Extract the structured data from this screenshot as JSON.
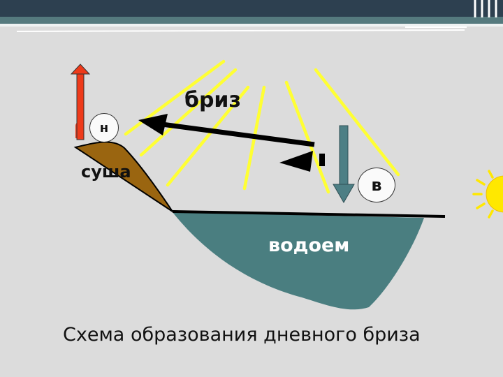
{
  "labels": {
    "breeze": "бриз",
    "land": "суша",
    "water": "водоем",
    "low_pressure": "н",
    "high_pressure": "в",
    "caption": "Схема образования дневного бриза"
  },
  "colors": {
    "background": "#dcdcdc",
    "top_bar": "#2d4050",
    "land": "#9a6510",
    "water": "#4a7e80",
    "sun": "#ffe800",
    "rays": "#ffff33",
    "rising_air": "#ee3a1a",
    "sinking_air": "#4d7f85",
    "wind_arrow": "#000000"
  },
  "icons": {
    "sun": "sun-icon",
    "rising_arrow": "arrow-up-icon",
    "sinking_arrow": "arrow-down-icon",
    "breeze_arrow": "arrow-left-icon"
  }
}
